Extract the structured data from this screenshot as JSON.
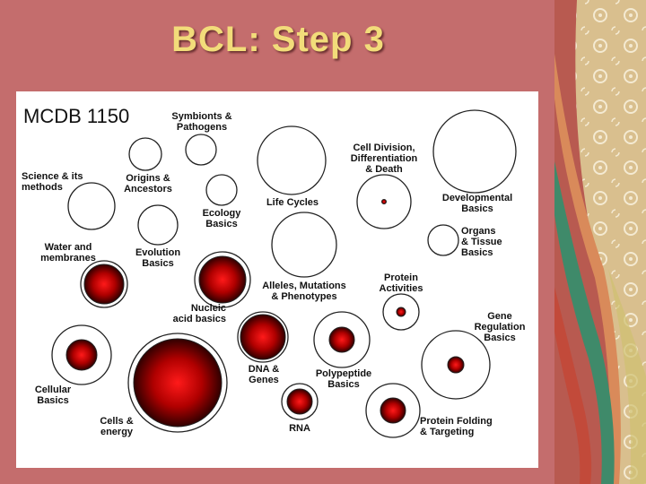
{
  "slide": {
    "title": "BCL: Step 3"
  },
  "figure": {
    "course": "MCDB 1150",
    "labels": {
      "symbionts": "Symbionts &\nPathogens",
      "origins": "Origins &\nAncestors",
      "science": "Science & its\nmethods",
      "ecology": "Ecology\nBasics",
      "life_cycles": "Life Cycles",
      "cell_division": "Cell Division,\nDifferentiation\n& Death",
      "developmental": "Developmental\nBasics",
      "water": "Water and\nmembranes",
      "evolution": "Evolution\nBasics",
      "organs": "Organs\n& Tissue\nBasics",
      "alleles": "Alleles, Mutations\n& Phenotypes",
      "protein_activities": "Protein\nActivities",
      "nucleic": "Nucleic\nacid basics",
      "gene_regulation": "Gene\nRegulation\nBasics",
      "cellular": "Cellular\nBasics",
      "dna_genes": "DNA &\nGenes",
      "polypeptide": "Polypeptide\nBasics",
      "cells_energy": "Cells &\nenergy",
      "rna": "RNA",
      "protein_folding": "Protein Folding\n& Targeting"
    }
  }
}
